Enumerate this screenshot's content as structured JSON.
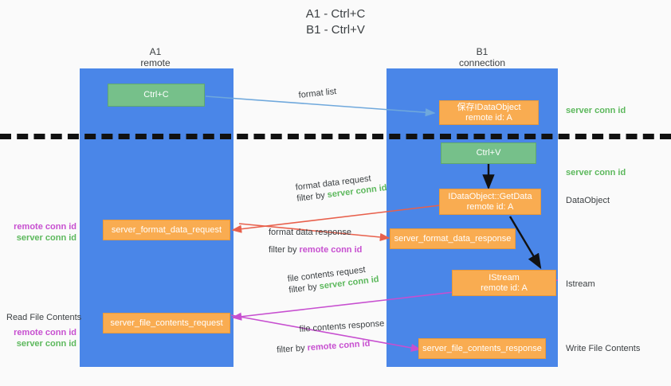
{
  "title": {
    "line1": "A1 - Ctrl+C",
    "line2": "B1 - Ctrl+V"
  },
  "columns": [
    {
      "name": "A1",
      "role": "remote"
    },
    {
      "name": "B1",
      "role": "connection"
    }
  ],
  "boxes": {
    "ctrl_c": {
      "l1": "Ctrl+C",
      "l2": ""
    },
    "ctrl_v": {
      "l1": "Ctrl+V",
      "l2": ""
    },
    "save_idataobject": {
      "l1": "保存IDataObject",
      "l2": "remote id: A"
    },
    "getdata": {
      "l1": "IDataObject::GetData",
      "l2": "remote id: A"
    },
    "istream": {
      "l1": "IStream",
      "l2": "remote id: A"
    },
    "fmt_data_request": {
      "l1": "server_format_data_request",
      "l2": ""
    },
    "fmt_data_response": {
      "l1": "server_format_data_response",
      "l2": ""
    },
    "file_req": {
      "l1": "server_file_contents_request",
      "l2": ""
    },
    "file_resp": {
      "l1": "server_file_contents_response",
      "l2": ""
    }
  },
  "edge_labels": {
    "format_list": "format list",
    "fmt_req_line1": "format data request",
    "fmt_req_filter_prefix": "filter by ",
    "fmt_req_filter_value": "server conn id",
    "fmt_resp_line1": "format data response",
    "fmt_resp_filter_prefix": "filter by ",
    "fmt_resp_filter_value": "remote conn id",
    "file_req_line1": "file contents request",
    "file_req_filter_prefix": "filter by ",
    "file_req_filter_value": "server conn id",
    "file_resp_line1": "file contents response",
    "file_resp_filter_prefix": "filter by ",
    "file_resp_filter_value": "remote conn id"
  },
  "right_labels": {
    "server_conn_id_top": "server conn id",
    "server_conn_id_mid": "server conn id",
    "dataobject": "DataObject",
    "istream": "Istream",
    "write_file_contents": "Write File Contents"
  },
  "left_labels": {
    "remote_conn_id_1": "remote conn id",
    "server_conn_id_1": "server conn id",
    "read_file_contents": "Read File Contents",
    "remote_conn_id_2": "remote conn id",
    "server_conn_id_2": "server conn id"
  },
  "colors": {
    "lane": "#4a86e8",
    "green_box": "#76c08a",
    "orange_box": "#f9ac51",
    "green_text": "#5cb85c",
    "magenta_text": "#c74fd0",
    "red_arrow": "#e8604c",
    "blue_arrow": "#6fa8dc",
    "magenta_arrow": "#c74fd0",
    "dark_arrow": "#111111",
    "background": "#fafafa"
  }
}
